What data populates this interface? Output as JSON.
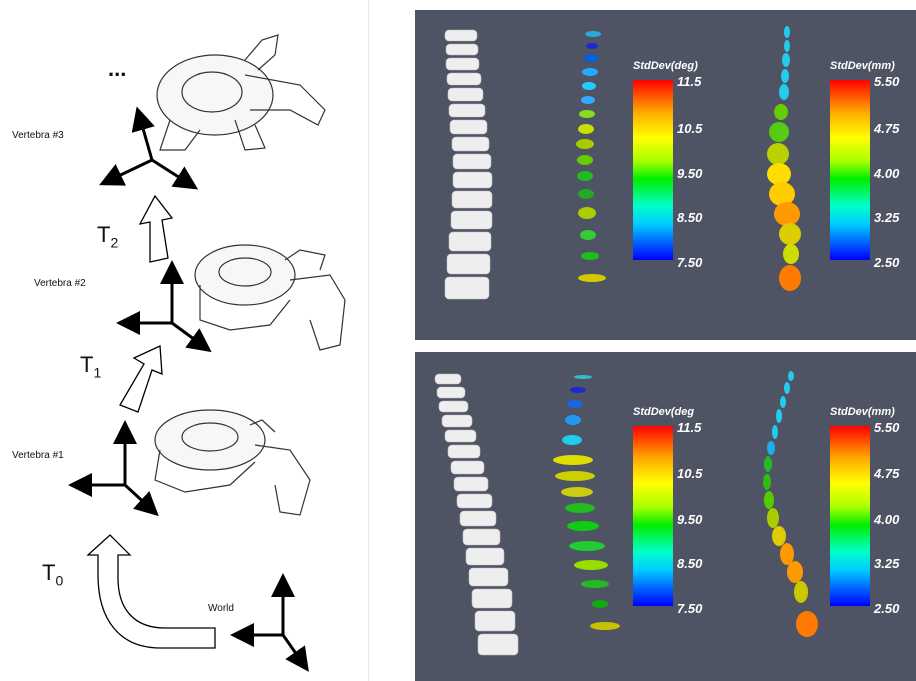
{
  "diagram": {
    "labels": {
      "dots": "...",
      "vertebra3": "Vertebra #3",
      "vertebra2": "Vertebra #2",
      "vertebra1": "Vertebra #1",
      "world": "World"
    },
    "transforms": [
      {
        "base": "T",
        "sub": "2"
      },
      {
        "base": "T",
        "sub": "1"
      },
      {
        "base": "T",
        "sub": "0"
      }
    ]
  },
  "panels": {
    "colors": {
      "background": "#4f5464",
      "bone": "#f2f2f2"
    },
    "top": {
      "deg_title": "StdDev(deg)",
      "deg_ticks": [
        "11.5",
        "10.5",
        "9.50",
        "8.50",
        "7.50"
      ],
      "mm_title": "StdDev(mm)",
      "mm_ticks": [
        "5.50",
        "4.75",
        "4.00",
        "3.25",
        "2.50"
      ]
    },
    "bottom": {
      "deg_title": "StdDev(deg",
      "deg_ticks": [
        "11.5",
        "10.5",
        "9.50",
        "8.50",
        "7.50"
      ],
      "mm_title": "StdDev(mm)",
      "mm_ticks": [
        "5.50",
        "4.75",
        "4.00",
        "3.25",
        "2.50"
      ]
    }
  }
}
